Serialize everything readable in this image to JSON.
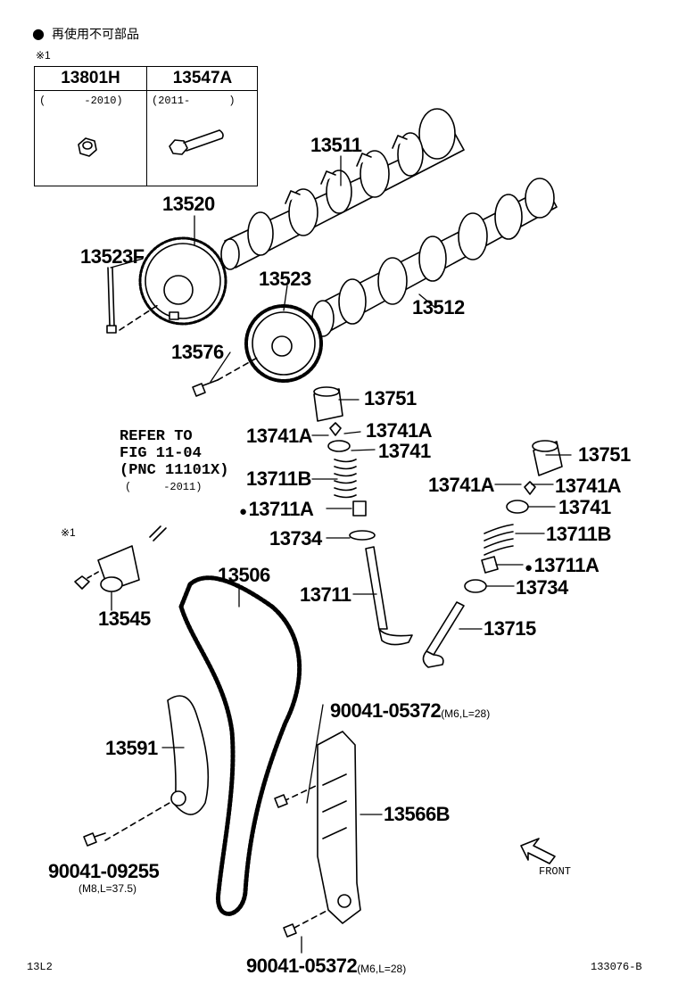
{
  "legend": {
    "dot": "●",
    "text": "再使用不可部品"
  },
  "reference_mark": "※1",
  "ref_table": {
    "columns": [
      {
        "part": "13801H",
        "range": "(      -2010)"
      },
      {
        "part": "13547A",
        "range": "(2011-      )"
      }
    ]
  },
  "labels": {
    "p13511": "13511",
    "p13520": "13520",
    "p13523F": "13523F",
    "p13523": "13523",
    "p13512": "13512",
    "p13576": "13576",
    "p13751a": "13751",
    "p13741A_l": "13741A",
    "p13741A_r": "13741A",
    "p13741a": "13741",
    "p13711B_a": "13711B",
    "p13711A_a": "13711A",
    "p13734_a": "13734",
    "p13711": "13711",
    "p13751b": "13751",
    "p13741A_b1": "13741A",
    "p13741A_b2": "13741A",
    "p13741b": "13741",
    "p13711B_b": "13711B",
    "p13711A_b": "13711A",
    "p13734_b": "13734",
    "p13715": "13715",
    "p13506": "13506",
    "p13545": "13545",
    "p13591": "13591",
    "p13566B": "13566B",
    "bolt_top": "90041-05372",
    "bolt_top_spec": "(M6,L=28)",
    "bolt_left": "90041-09255",
    "bolt_left_spec": "(M8,L=37.5)",
    "bolt_bottom": "90041-05372",
    "bolt_bottom_spec": "(M6,L=28)",
    "mark_1": "※1"
  },
  "refer": {
    "line1": "REFER TO",
    "line2": "FIG 11-04",
    "line3": "(PNC 11101X)",
    "line4": "(     -2011)"
  },
  "front": "FRONT",
  "footer": {
    "left": "13L2",
    "right": "133076-B"
  },
  "colors": {
    "ink": "#000000",
    "paper": "#ffffff"
  }
}
